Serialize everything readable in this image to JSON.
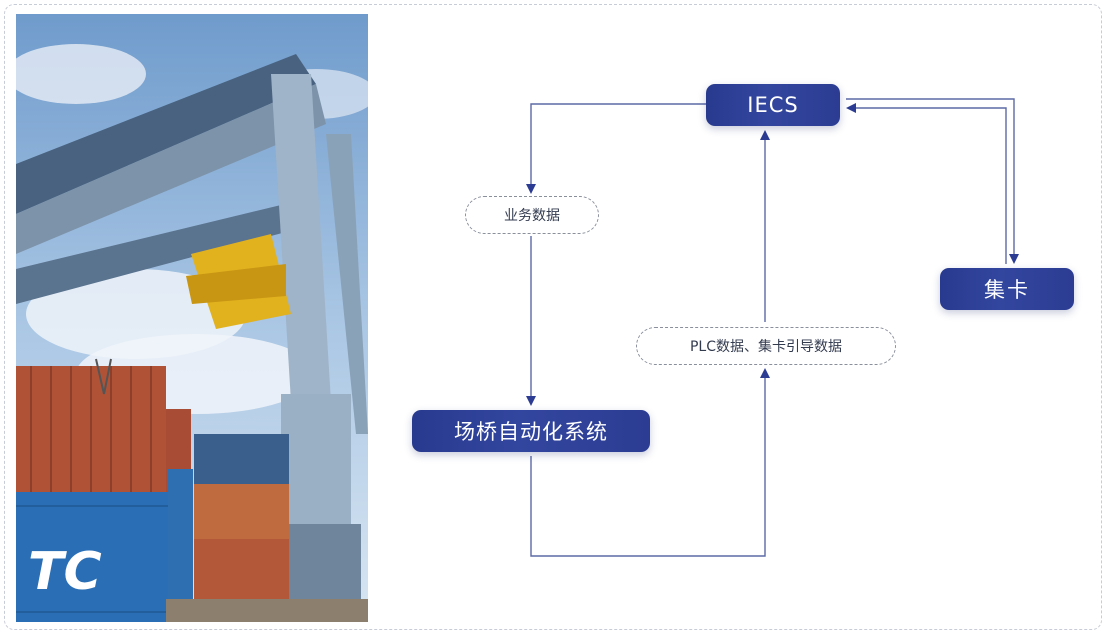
{
  "photo": {
    "description_icon": "crane-photo",
    "container_text": "TC"
  },
  "diagram": {
    "nodes": {
      "iecs": "IECS",
      "truck": "集卡",
      "yard_crane_automation": "场桥自动化系统"
    },
    "labels": {
      "business_data": "业务数据",
      "plc_data": "PLC数据、集卡引导数据"
    },
    "colors": {
      "node_fill": "#2b3c92",
      "arrow": "#2b3c92",
      "label_border": "#8a8f9c"
    }
  }
}
